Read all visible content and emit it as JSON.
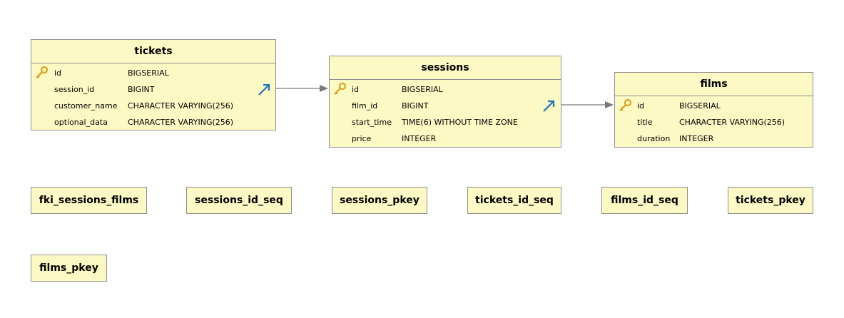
{
  "tables": {
    "tickets": {
      "name": "tickets",
      "columns": [
        {
          "name": "id",
          "type": "BIGSERIAL",
          "pk": true
        },
        {
          "name": "session_id",
          "type": "BIGINT",
          "fk": true
        },
        {
          "name": "customer_name",
          "type": "CHARACTER VARYING(256)"
        },
        {
          "name": "optional_data",
          "type": "CHARACTER VARYING(256)"
        }
      ]
    },
    "sessions": {
      "name": "sessions",
      "columns": [
        {
          "name": "id",
          "type": "BIGSERIAL",
          "pk": true
        },
        {
          "name": "film_id",
          "type": "BIGINT",
          "fk": true
        },
        {
          "name": "start_time",
          "type": "TIME(6) WITHOUT TIME ZONE"
        },
        {
          "name": "price",
          "type": "INTEGER"
        }
      ]
    },
    "films": {
      "name": "films",
      "columns": [
        {
          "name": "id",
          "type": "BIGSERIAL",
          "pk": true
        },
        {
          "name": "title",
          "type": "CHARACTER VARYING(256)"
        },
        {
          "name": "duration",
          "type": "INTEGER"
        }
      ]
    }
  },
  "objects": [
    "fki_sessions_films",
    "sessions_id_seq",
    "sessions_pkey",
    "tickets_id_seq",
    "films_id_seq",
    "tickets_pkey",
    "films_pkey"
  ],
  "relations": [
    {
      "from": "tickets",
      "to": "sessions"
    },
    {
      "from": "sessions",
      "to": "films"
    }
  ],
  "icons": {
    "primary_key": "key-icon",
    "foreign_key": "fk-arrow-icon"
  },
  "colors": {
    "box_fill": "#fcf9c4",
    "border": "#8f8f8f",
    "key": "#d9a520",
    "fk_arrow": "#1b75bc",
    "link": "#7a7a7a"
  }
}
